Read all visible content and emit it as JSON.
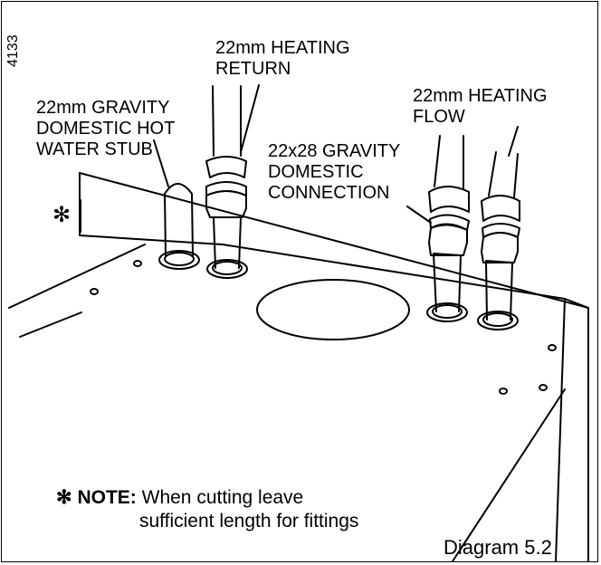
{
  "ref_number": "4133",
  "labels": {
    "heating_return": [
      "22mm HEATING",
      "RETURN"
    ],
    "gravity_stub": [
      "22mm GRAVITY",
      "DOMESTIC HOT",
      "WATER STUB"
    ],
    "heating_flow": [
      "22mm HEATING",
      "FLOW"
    ],
    "gravity_connection": [
      "22x28 GRAVITY",
      "DOMESTIC",
      "CONNECTION"
    ]
  },
  "asterisk": "✻",
  "note": {
    "symbol": "✻",
    "title": "NOTE:",
    "line1": "When cutting leave",
    "line2": "sufficient length for fittings"
  },
  "caption": "Diagram 5.2"
}
